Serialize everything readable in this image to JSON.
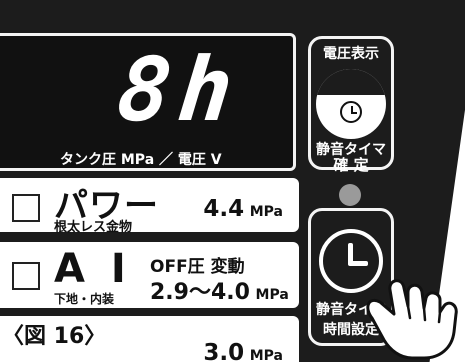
{
  "display": {
    "value": "8h",
    "label": "タンク圧 MPa ／ 電圧 V"
  },
  "rows": [
    {
      "title": "パワー",
      "subtitle": "根太レス金物",
      "value": "4.4",
      "unit": "MPa"
    },
    {
      "title": "A I",
      "subtitle": "下地・内装",
      "top_text": "OFF圧 変動",
      "value": "2.9～4.0",
      "unit": "MPa"
    },
    {
      "value": "3.0",
      "unit": "MPa"
    }
  ],
  "figure_label": "〈図 16〉",
  "right": {
    "voltage_button_label": "電圧表示",
    "silent_timer_confirm_line1": "静音タイマ",
    "silent_timer_confirm_line2": "確 定",
    "silent_timer_set_line1": "静音タイマ",
    "silent_timer_set_line2": "時間設定"
  },
  "colors": {
    "panel": "#1c1c1c",
    "led": "#9a9a9a",
    "text_light": "#ffffff"
  }
}
